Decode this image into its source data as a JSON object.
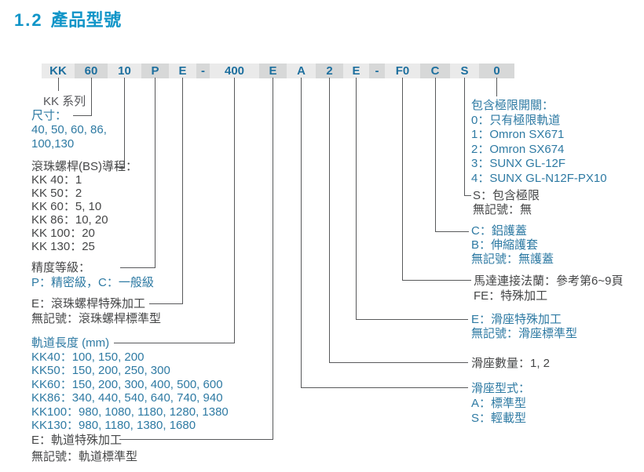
{
  "page": {
    "section_number": "1.2",
    "section_title": "產品型號"
  },
  "model_code": {
    "segments": [
      "KK",
      "60",
      "10",
      "P",
      "E",
      "-",
      "400",
      "E",
      "A",
      "2",
      "E",
      "-",
      "F0",
      "C",
      "S",
      "0"
    ]
  },
  "left": {
    "series": [
      "KK 系列"
    ],
    "size": [
      "尺寸：",
      "40, 50, 60, 86,",
      "100,130"
    ],
    "lead": [
      "滾珠螺桿(BS)導程：",
      "KK 40：1",
      "KK 50：2",
      "KK 60：5, 10",
      "KK 86：10, 20",
      "KK 100：20",
      "KK 130：25"
    ],
    "precision": [
      "精度等級：",
      "P：精密級，C：一般級"
    ],
    "bs_special": [
      "E：滾珠螺桿特殊加工",
      "無記號：滾珠螺桿標準型"
    ],
    "rail_length": [
      "軌道長度 (mm)",
      "KK40：100, 150, 200",
      "KK50：150, 200, 250, 300",
      "KK60：150, 200, 300, 400, 500, 600",
      "KK86：340, 440, 540, 640, 740, 940",
      "KK100：980, 1080, 1180, 1280, 1380",
      "KK130：980, 1180, 1380, 1680"
    ],
    "rail_special": [
      "E：軌道特殊加工",
      "無記號：軌道標準型"
    ]
  },
  "right": {
    "limit_switch": [
      "包含極限開關：",
      "0：只有極限軌道",
      "1：Omron SX671",
      "2：Omron SX674",
      "3：SUNX GL-12F",
      "4：SUNX GL-N12F-PX10"
    ],
    "limit": [
      "S：包含極限",
      "無記號：無"
    ],
    "cover": [
      "C：鋁護蓋",
      "B：伸縮護套",
      "無記號：無護蓋"
    ],
    "motor_flange": [
      "馬達連接法蘭：參考第6~9頁",
      "FE：特殊加工"
    ],
    "slider_special": [
      "E：滑座特殊加工",
      "無記號：滑座標準型"
    ],
    "slider_qty": [
      "滑座數量：1, 2"
    ],
    "slider_type": [
      "滑座型式：",
      "A：標準型",
      "S：輕載型"
    ]
  },
  "colors": {
    "title_accent": "#1095c8",
    "text_blue": "#2e7aa3",
    "text_dark": "#454647",
    "text_gray": "#56575b",
    "segment_light": "#eaeaea",
    "segment_dark": "#d7d8d8",
    "segment_text": "#1d6f9e",
    "connector_line": "#58595b"
  }
}
